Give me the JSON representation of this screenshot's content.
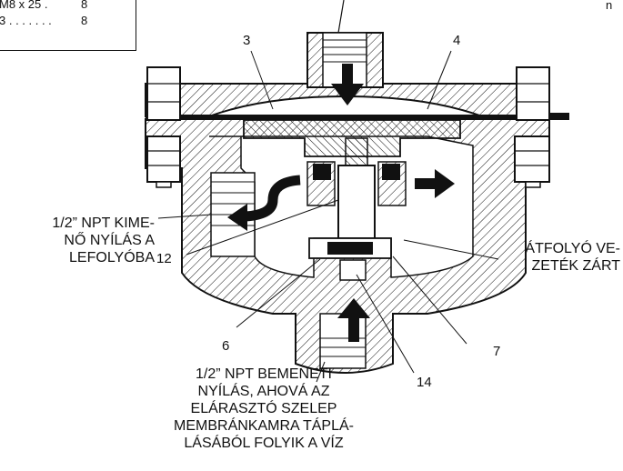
{
  "legend": {
    "rows": [
      {
        "item": "M8 x 25 .",
        "qty": "8"
      },
      {
        "item": "3 . . . . . . .",
        "qty": "8"
      }
    ]
  },
  "corner_mark": "n",
  "callouts": {
    "n3": "3",
    "n4": "4",
    "n12": "12",
    "n6": "6",
    "n7": "7",
    "n14": "14"
  },
  "labels": {
    "outlet": [
      "1/2” NPT KIME-",
      "NŐ NYÍLÁS A",
      "LEFOLYÓBA"
    ],
    "bypass": [
      "ÁTFOLYÓ VE-",
      "ZETÉK ZÁRT"
    ],
    "inlet": [
      "1/2” NPT BEMENETI",
      "NYÍLÁS, AHOVÁ AZ",
      "ELÁRASZTÓ SZELEP",
      "MEMBRÁNKAMRA TÁPLÁ-",
      "LÁSÁBÓL FOLYIK A VÍZ"
    ]
  }
}
